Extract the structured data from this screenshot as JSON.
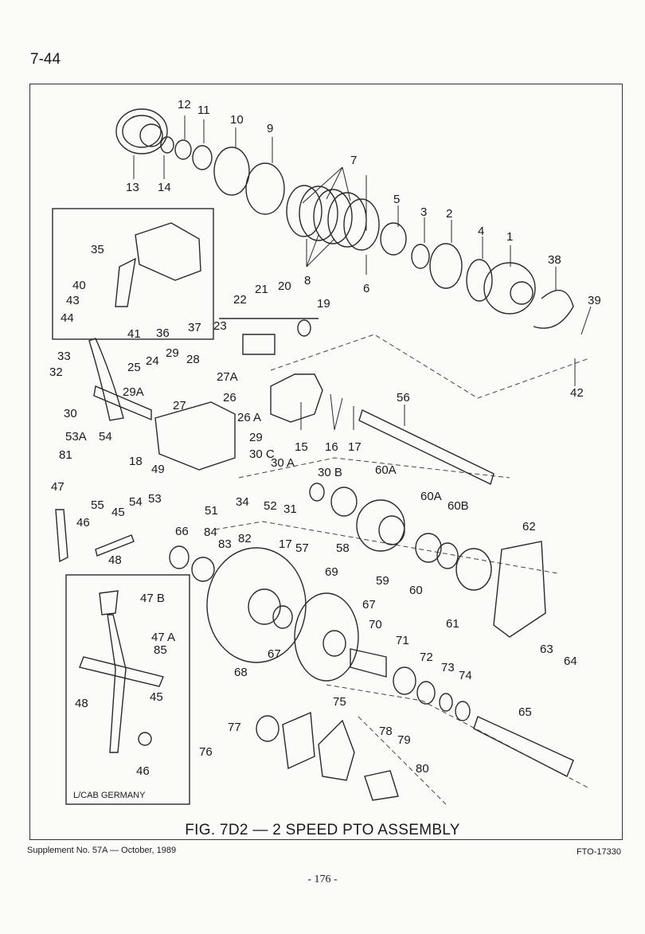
{
  "page_number": "7-44",
  "figure_caption": "FIG. 7D2 — 2 SPEED PTO ASSEMBLY",
  "inset_label": "L/CAB GERMANY",
  "supplement": "Supplement No. 57A — October, 1989",
  "figure_id": "FTO-17330",
  "page_folio": "- 176 -",
  "callouts": [
    "1",
    "2",
    "3",
    "4",
    "5",
    "6",
    "7",
    "8",
    "9",
    "10",
    "11",
    "12",
    "13",
    "14",
    "15",
    "16",
    "17",
    "17",
    "18",
    "19",
    "20",
    "21",
    "22",
    "23",
    "24",
    "25",
    "26",
    "26 A",
    "27",
    "27A",
    "28",
    "29",
    "29",
    "29A",
    "30",
    "30 A",
    "30 B",
    "30 C",
    "31",
    "32",
    "33",
    "34",
    "35",
    "36",
    "37",
    "38",
    "39",
    "40",
    "41",
    "42",
    "43",
    "44",
    "45",
    "45",
    "46",
    "46",
    "47",
    "47 A",
    "47 B",
    "48",
    "48",
    "49",
    "51",
    "52",
    "53",
    "53A",
    "54",
    "54",
    "55",
    "56",
    "57",
    "58",
    "59",
    "60",
    "60A",
    "60A",
    "60B",
    "61",
    "62",
    "63",
    "64",
    "65",
    "66",
    "67",
    "67",
    "68",
    "69",
    "70",
    "71",
    "72",
    "73",
    "74",
    "75",
    "76",
    "77",
    "78",
    "79",
    "80",
    "81",
    "82",
    "83",
    "84",
    "85"
  ]
}
